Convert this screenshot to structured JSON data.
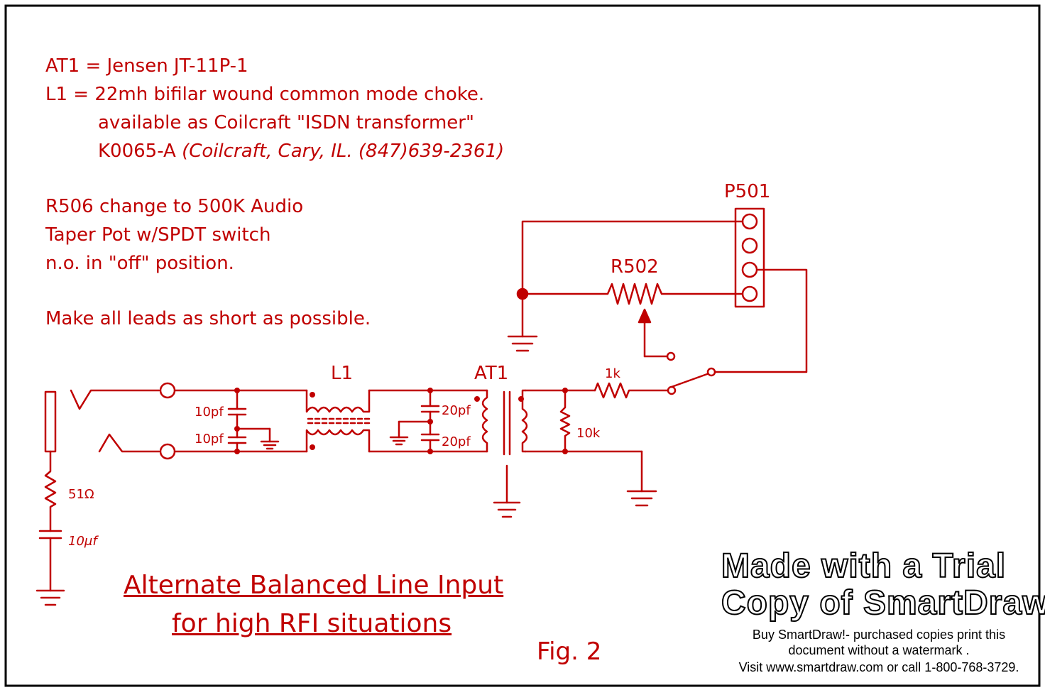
{
  "notes": {
    "line1": "AT1 = Jensen JT-11P-1",
    "line2": "L1 = 22mh bifilar wound common mode choke.",
    "line3": "available as Coilcraft \"ISDN transformer\"",
    "line4_part": "K0065-A",
    "line4_italic": "(Coilcraft, Cary, IL. (847)639-2361)",
    "line5": "R506 change to 500K Audio",
    "line6": "Taper Pot w/SPDT switch",
    "line7": "n.o. in \"off\" position.",
    "line8": "Make all leads as short as possible."
  },
  "components": {
    "p501": "P501",
    "r502": "R502",
    "l1": "L1",
    "at1": "AT1",
    "r_1k": "1k",
    "r_10k": "10k",
    "cap_top": "10pf",
    "cap_bottom": "10pf",
    "cap_20_top": "20pf",
    "cap_20_bottom": "20pf",
    "r_51": "51Ω",
    "cap_10uf": "10μf"
  },
  "title": {
    "line1": "Alternate Balanced Line Input",
    "line2": "for high RFI situations"
  },
  "fig": "Fig. 2",
  "watermark": {
    "big1": "Made with a Trial",
    "big2": "Copy of SmartDraw",
    "small1": "Buy SmartDraw!- purchased copies print this",
    "small2": "document without a watermark .",
    "small3": "Visit www.smartdraw.com or call 1-800-768-3729."
  },
  "colors": {
    "ink": "#c00000",
    "border": "#000000"
  }
}
